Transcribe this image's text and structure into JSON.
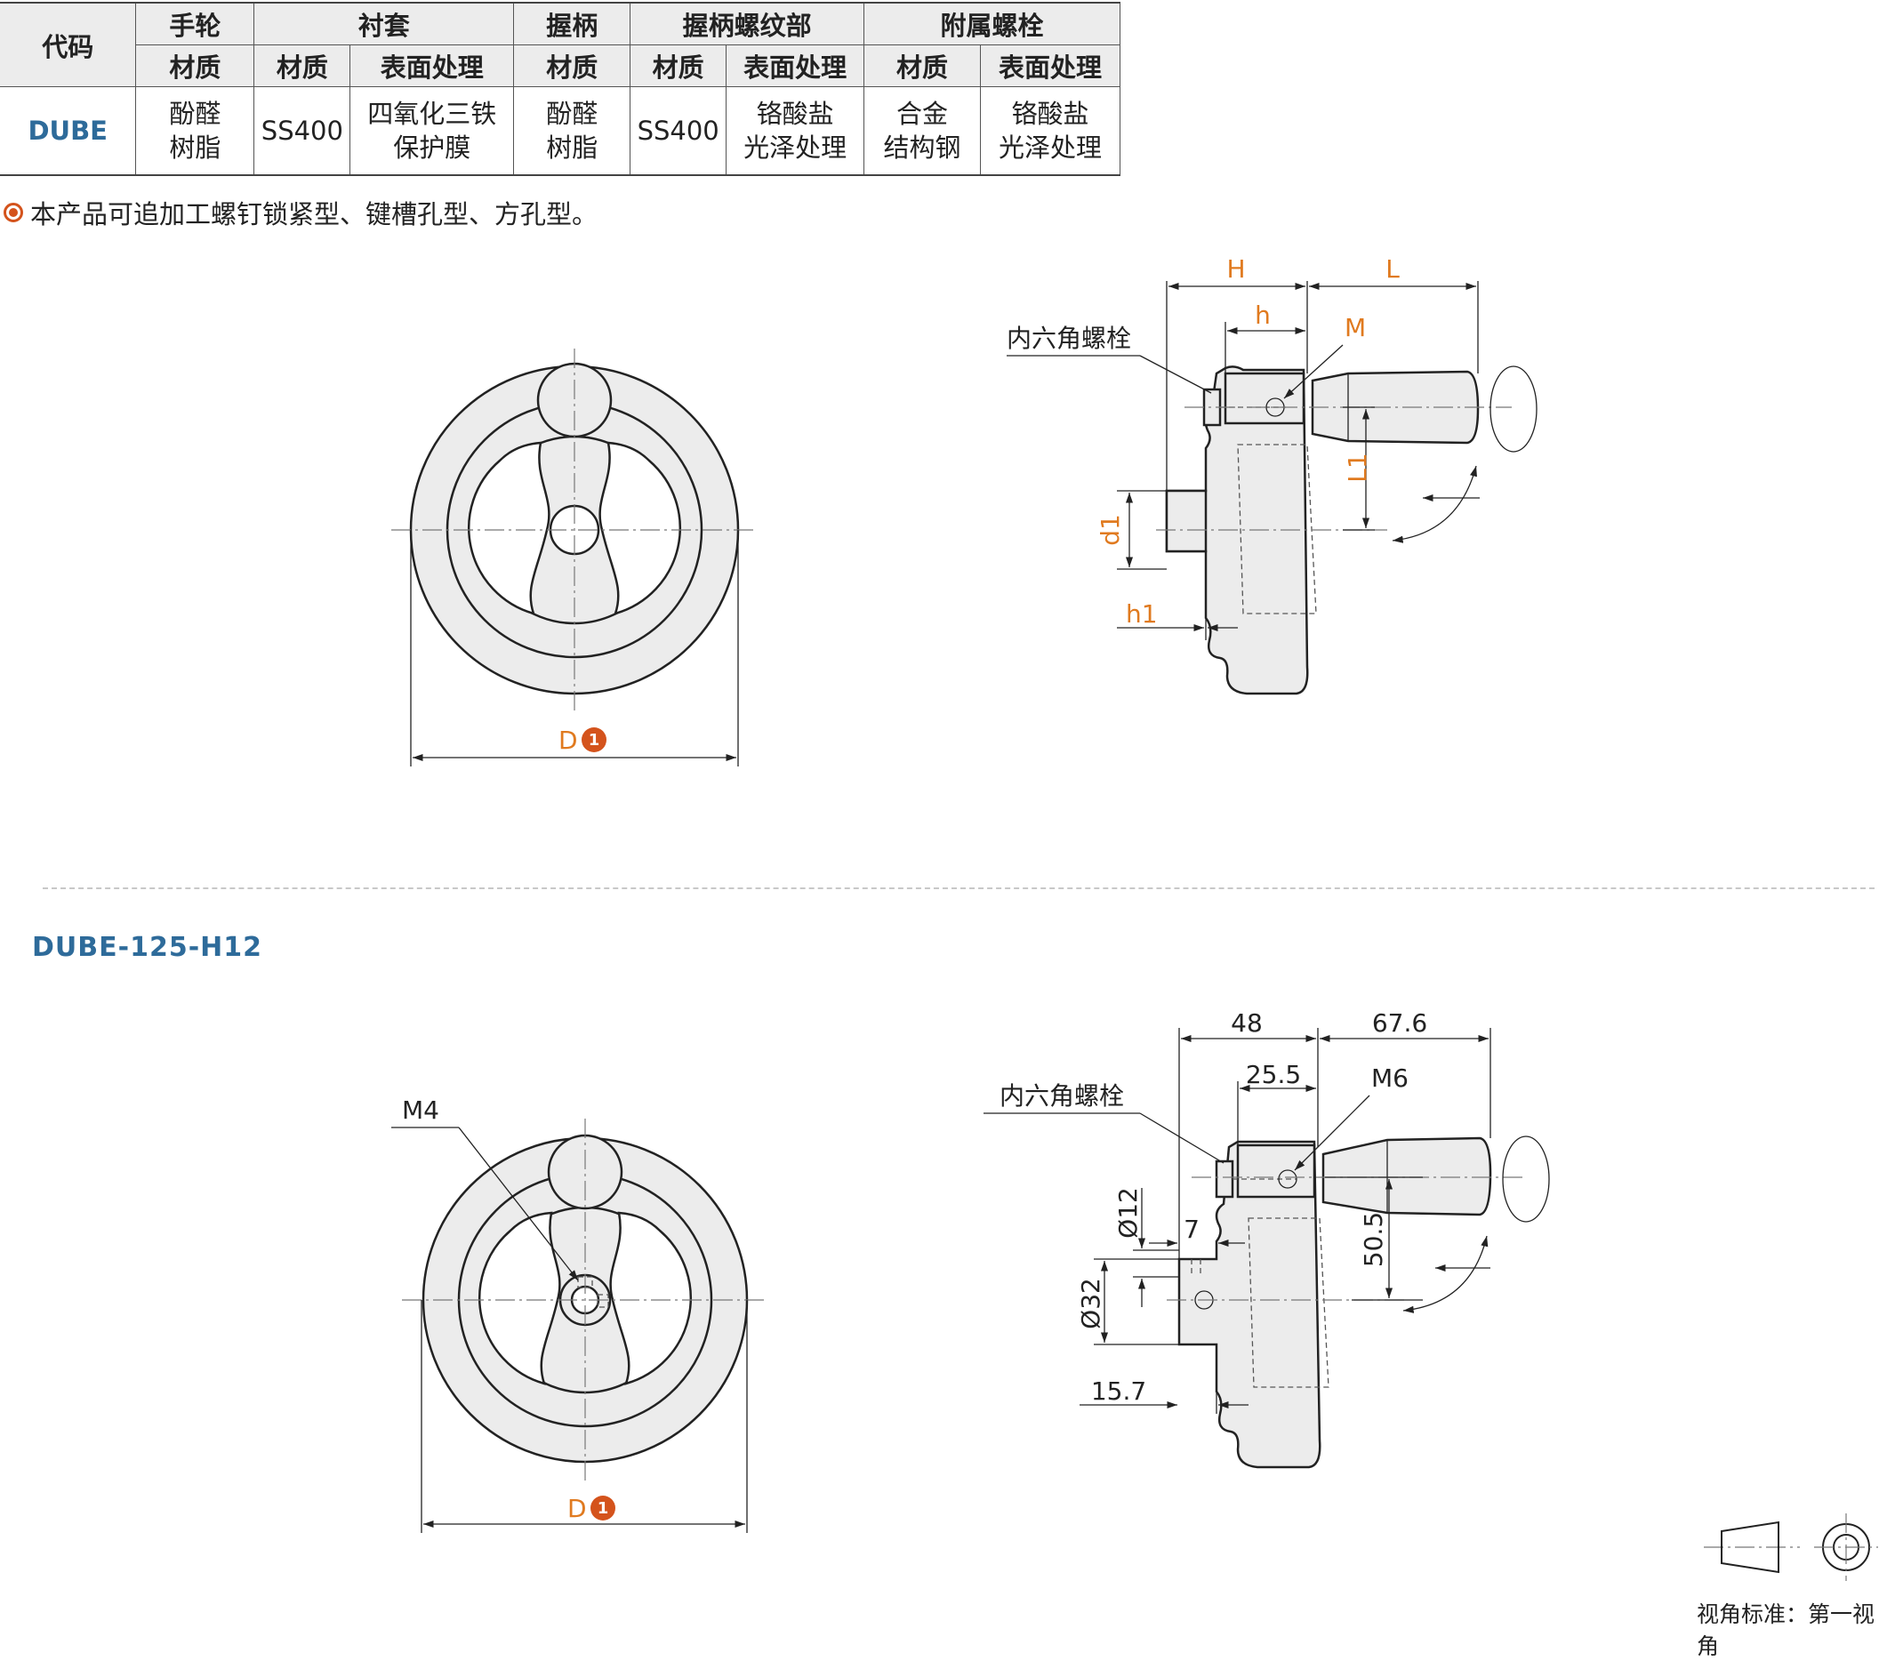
{
  "spec_table": {
    "header_code": "代码",
    "groups": [
      "手轮",
      "衬套",
      "握柄",
      "握柄螺纹部",
      "附属螺栓"
    ],
    "subheaders": [
      "材质",
      "材质",
      "表面处理",
      "材质",
      "材质",
      "表面处理",
      "材质",
      "表面处理"
    ],
    "row": {
      "code": "DUBE",
      "cells": [
        [
          "酚醛",
          "树脂"
        ],
        [
          "SS400"
        ],
        [
          "四氧化三铁",
          "保护膜"
        ],
        [
          "酚醛",
          "树脂"
        ],
        [
          "SS400"
        ],
        [
          "铬酸盐",
          "光泽处理"
        ],
        [
          "合金",
          "结构钢"
        ],
        [
          "铬酸盐",
          "光泽处理"
        ]
      ]
    }
  },
  "note": "本产品可追加工螺钉锁紧型、键槽孔型、方孔型。",
  "general_drawing": {
    "diameter_label": "D",
    "diameter_badge": "1",
    "labels": {
      "H": "H",
      "L": "L",
      "h": "h",
      "M": "M",
      "L1": "L1",
      "d1": "d1",
      "h1": "h1"
    },
    "hex_bolt": "内六角螺栓"
  },
  "example": {
    "model": "DUBE-125-H12",
    "hex_bolt": "内六角螺栓",
    "M4": "M4",
    "M6": "M6",
    "H": "48",
    "L": "67.6",
    "h": "25.5",
    "d_small": "Ø12",
    "d_large": "Ø32",
    "seven": "7",
    "L1": "50.5",
    "h1": "15.7",
    "diameter_label": "D",
    "diameter_badge": "1"
  },
  "view_standard": "视角标准：第一视角",
  "colors": {
    "accent_orange": "#e07a1f",
    "badge_red": "#d4531c",
    "code_blue": "#2e6b9a",
    "part_fill": "#ececec"
  }
}
